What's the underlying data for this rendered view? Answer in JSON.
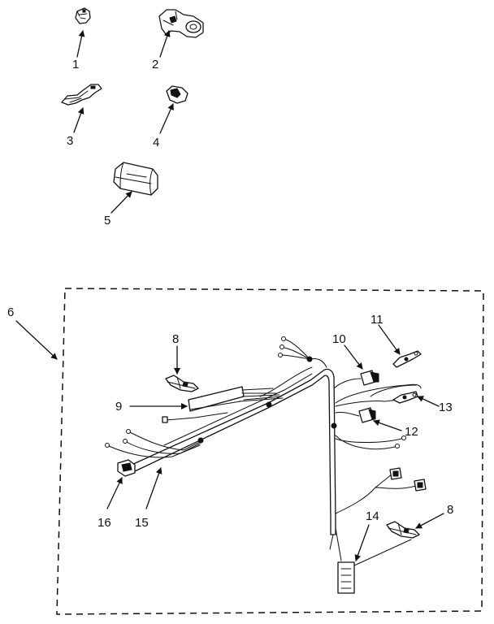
{
  "callouts": {
    "c1": "1",
    "c2": "2",
    "c3": "3",
    "c4": "4",
    "c5": "5",
    "c6": "6",
    "c8a": "8",
    "c8b": "8",
    "c9": "9",
    "c10": "10",
    "c11": "11",
    "c12": "12",
    "c13": "13",
    "c14": "14",
    "c15": "15",
    "c16": "16"
  }
}
